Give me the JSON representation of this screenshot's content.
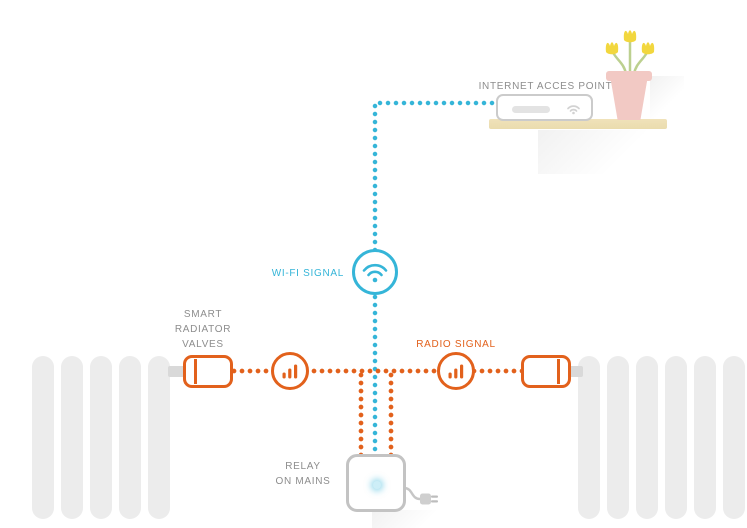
{
  "colors": {
    "wifi-blue": "#35b5d8",
    "radio-orange": "#e2611c",
    "label-gray": "#8d8d8d",
    "radiator-gray": "#ececec",
    "shelf-tan": "#eadcae",
    "pot-pink": "#f2c9c4",
    "tulip-yellow": "#f2d73e",
    "stem-green": "#bcd08f",
    "device-gray": "#c3c3c3"
  },
  "access_point": {
    "label": "INTERNET ACCES POINT",
    "icon": "wifi-router-icon"
  },
  "wifi_signal": {
    "label": "WI-FI SIGNAL",
    "icon": "wifi-icon"
  },
  "radio_signal": {
    "label": "RADIO SIGNAL",
    "icon": "signal-bars-icon"
  },
  "smart_valves": {
    "label": "SMART\nRADIATOR\nVALVES"
  },
  "relay": {
    "label": "RELAY\nON MAINS",
    "icon": "relay-led-icon"
  }
}
